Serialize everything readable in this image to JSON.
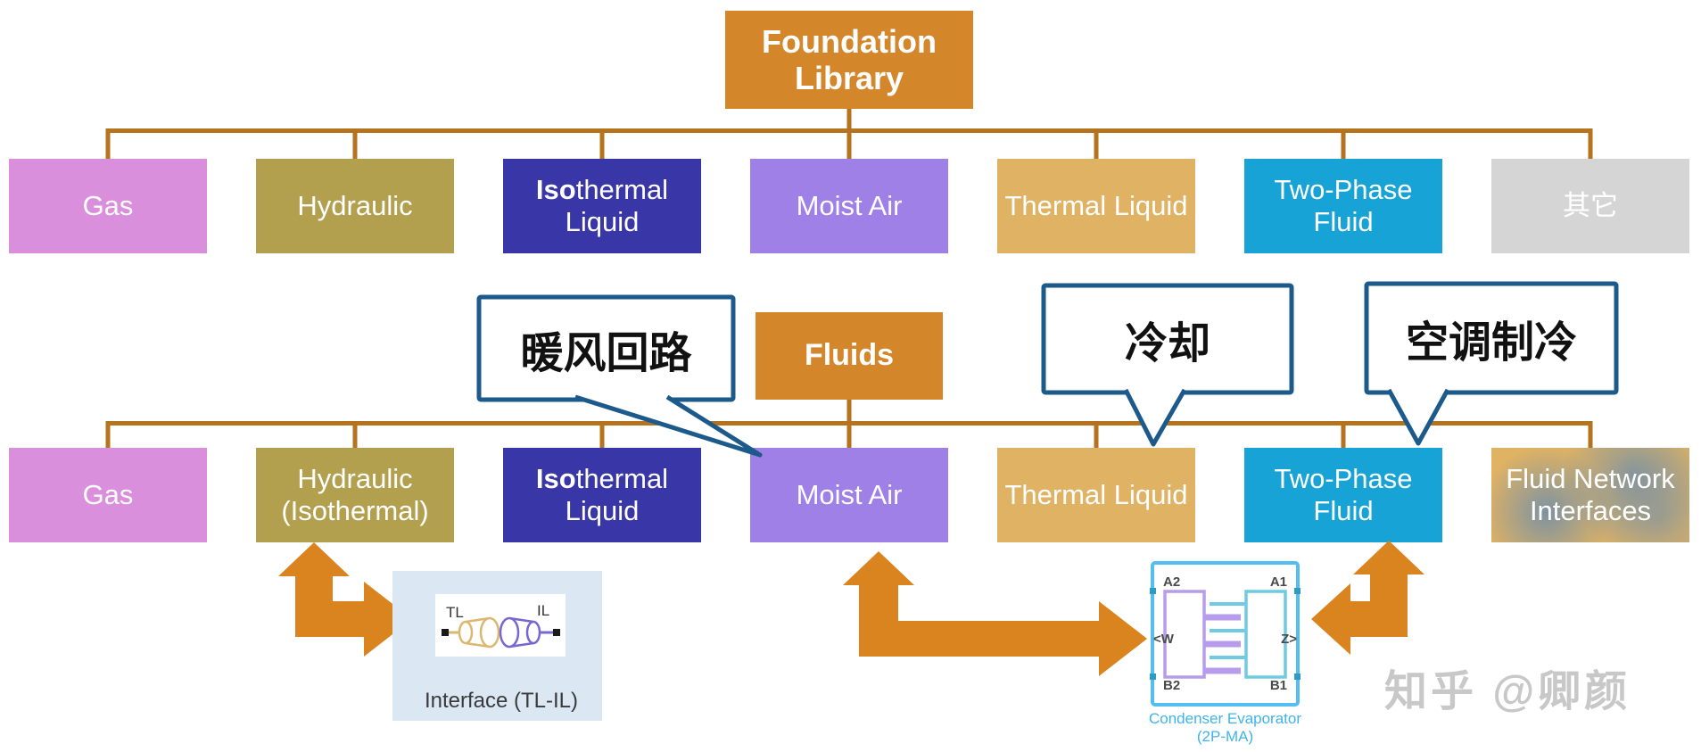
{
  "diagram": {
    "root_label": "Foundation Library",
    "fluids_label": "Fluids",
    "row1": [
      "Gas",
      "Hydraulic",
      {
        "bold": "Iso",
        "rest": "thermal Liquid"
      },
      "Moist Air",
      "Thermal Liquid",
      "Two-Phase Fluid",
      "其它"
    ],
    "row2": [
      "Gas",
      "Hydraulic (Isothermal)",
      {
        "bold": "Iso",
        "rest": "thermal Liquid"
      },
      "Moist Air",
      "Thermal Liquid",
      "Two-Phase Fluid",
      "Fluid Network Interfaces"
    ],
    "callouts": [
      "暖风回路",
      "冷却",
      "空调制冷"
    ],
    "interface_block": {
      "port_left": "TL",
      "port_right": "IL",
      "caption": "Interface (TL-IL)"
    },
    "condenser_block": {
      "ports": {
        "a2": "A2",
        "a1": "A1",
        "b2": "B2",
        "b1": "B1",
        "w": "<W",
        "z": "Z>"
      },
      "caption_line1": "Condenser Evaporator",
      "caption_line2": "(2P-MA)"
    },
    "watermark": "知乎 @卿颜",
    "colors": {
      "root_orange": "#D4862B",
      "connector_brown": "#B5731E",
      "gas_pink": "#D98FDB",
      "hydraulic_khaki": "#B3A04F",
      "isothermal_indigo": "#3936A8",
      "moist_air_purple": "#9E80E6",
      "thermal_tan": "#DFB264",
      "two_phase_cyan": "#17A3D6",
      "other_gray": "#D5D5D5",
      "callout_border_blue": "#1C5A8C",
      "big_arrow_orange": "#D9841E",
      "condenser_border_blue": "#53BEEF",
      "watermark_gray": "#C8C8C8"
    }
  }
}
